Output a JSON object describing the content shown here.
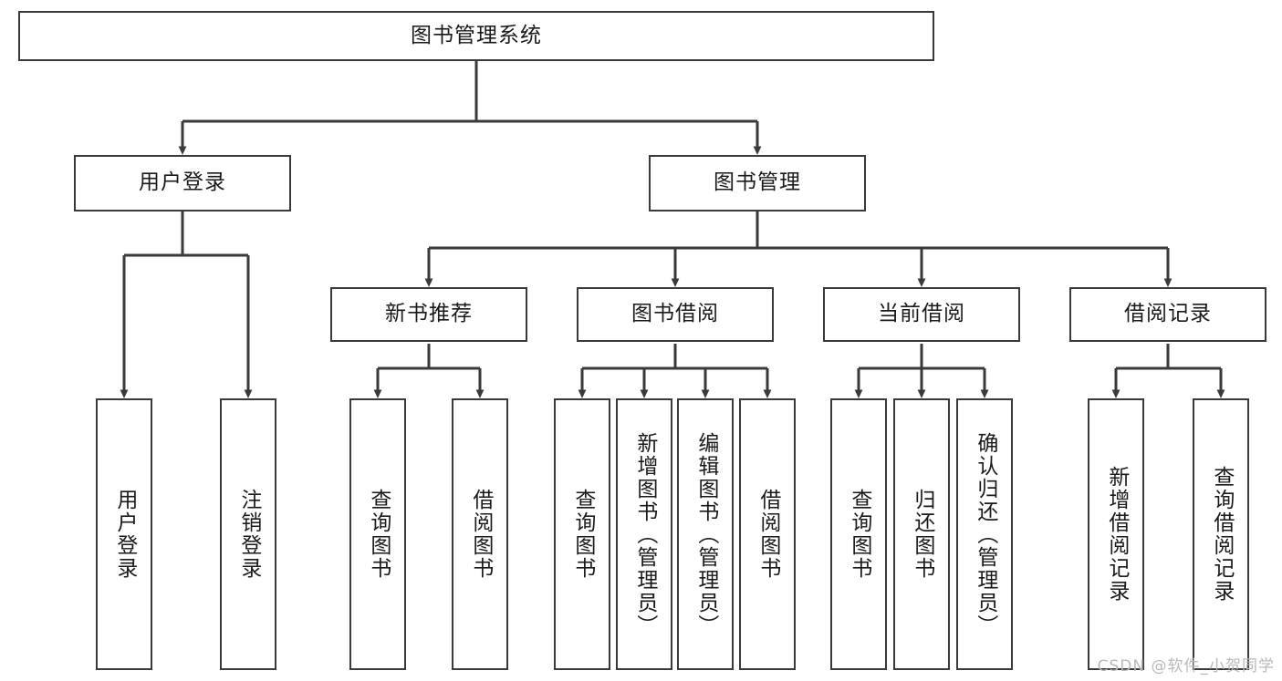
{
  "diagram": {
    "type": "tree",
    "title": "图书管理系统",
    "orientation": "top-down",
    "edge_style": "orthogonal-with-arrowheads",
    "colors": {
      "box_border": "#3a3a3a",
      "box_fill": "#ffffff",
      "line": "#3a3a3a",
      "text": "#1a1a1a",
      "watermark": "#b9b9b9"
    },
    "levels": {
      "root": {
        "label": "图书管理系统"
      },
      "level2": [
        {
          "id": "user-login",
          "label": "用户登录"
        },
        {
          "id": "book-management",
          "label": "图书管理"
        }
      ],
      "level3": [
        {
          "id": "new-book-recommend",
          "label": "新书推荐",
          "parent": "book-management"
        },
        {
          "id": "book-borrow",
          "label": "图书借阅",
          "parent": "book-management"
        },
        {
          "id": "current-borrow",
          "label": "当前借阅",
          "parent": "book-management"
        },
        {
          "id": "borrow-record",
          "label": "借阅记录",
          "parent": "book-management"
        }
      ],
      "leaves": {
        "user-login": [
          {
            "id": "leaf-user-login",
            "label": "用户登录"
          },
          {
            "id": "leaf-user-logout",
            "label": "注销登录"
          }
        ],
        "new-book-recommend": [
          {
            "id": "leaf-query-book-1",
            "label": "查询图书"
          },
          {
            "id": "leaf-borrow-book-1",
            "label": "借阅图书"
          }
        ],
        "book-borrow": [
          {
            "id": "leaf-query-book-2",
            "label": "查询图书"
          },
          {
            "id": "leaf-add-book",
            "label": "新增图书（管理员）"
          },
          {
            "id": "leaf-edit-book",
            "label": "编辑图书（管理员）"
          },
          {
            "id": "leaf-borrow-book-2",
            "label": "借阅图书"
          }
        ],
        "current-borrow": [
          {
            "id": "leaf-query-book-3",
            "label": "查询图书"
          },
          {
            "id": "leaf-return-book",
            "label": "归还图书"
          },
          {
            "id": "leaf-confirm-return",
            "label": "确认归还（管理员）"
          }
        ],
        "borrow-record": [
          {
            "id": "leaf-add-record",
            "label": "新增借阅记录"
          },
          {
            "id": "leaf-query-record",
            "label": "查询借阅记录"
          }
        ]
      }
    },
    "watermark": "CSDN @软件_小贺同学"
  }
}
